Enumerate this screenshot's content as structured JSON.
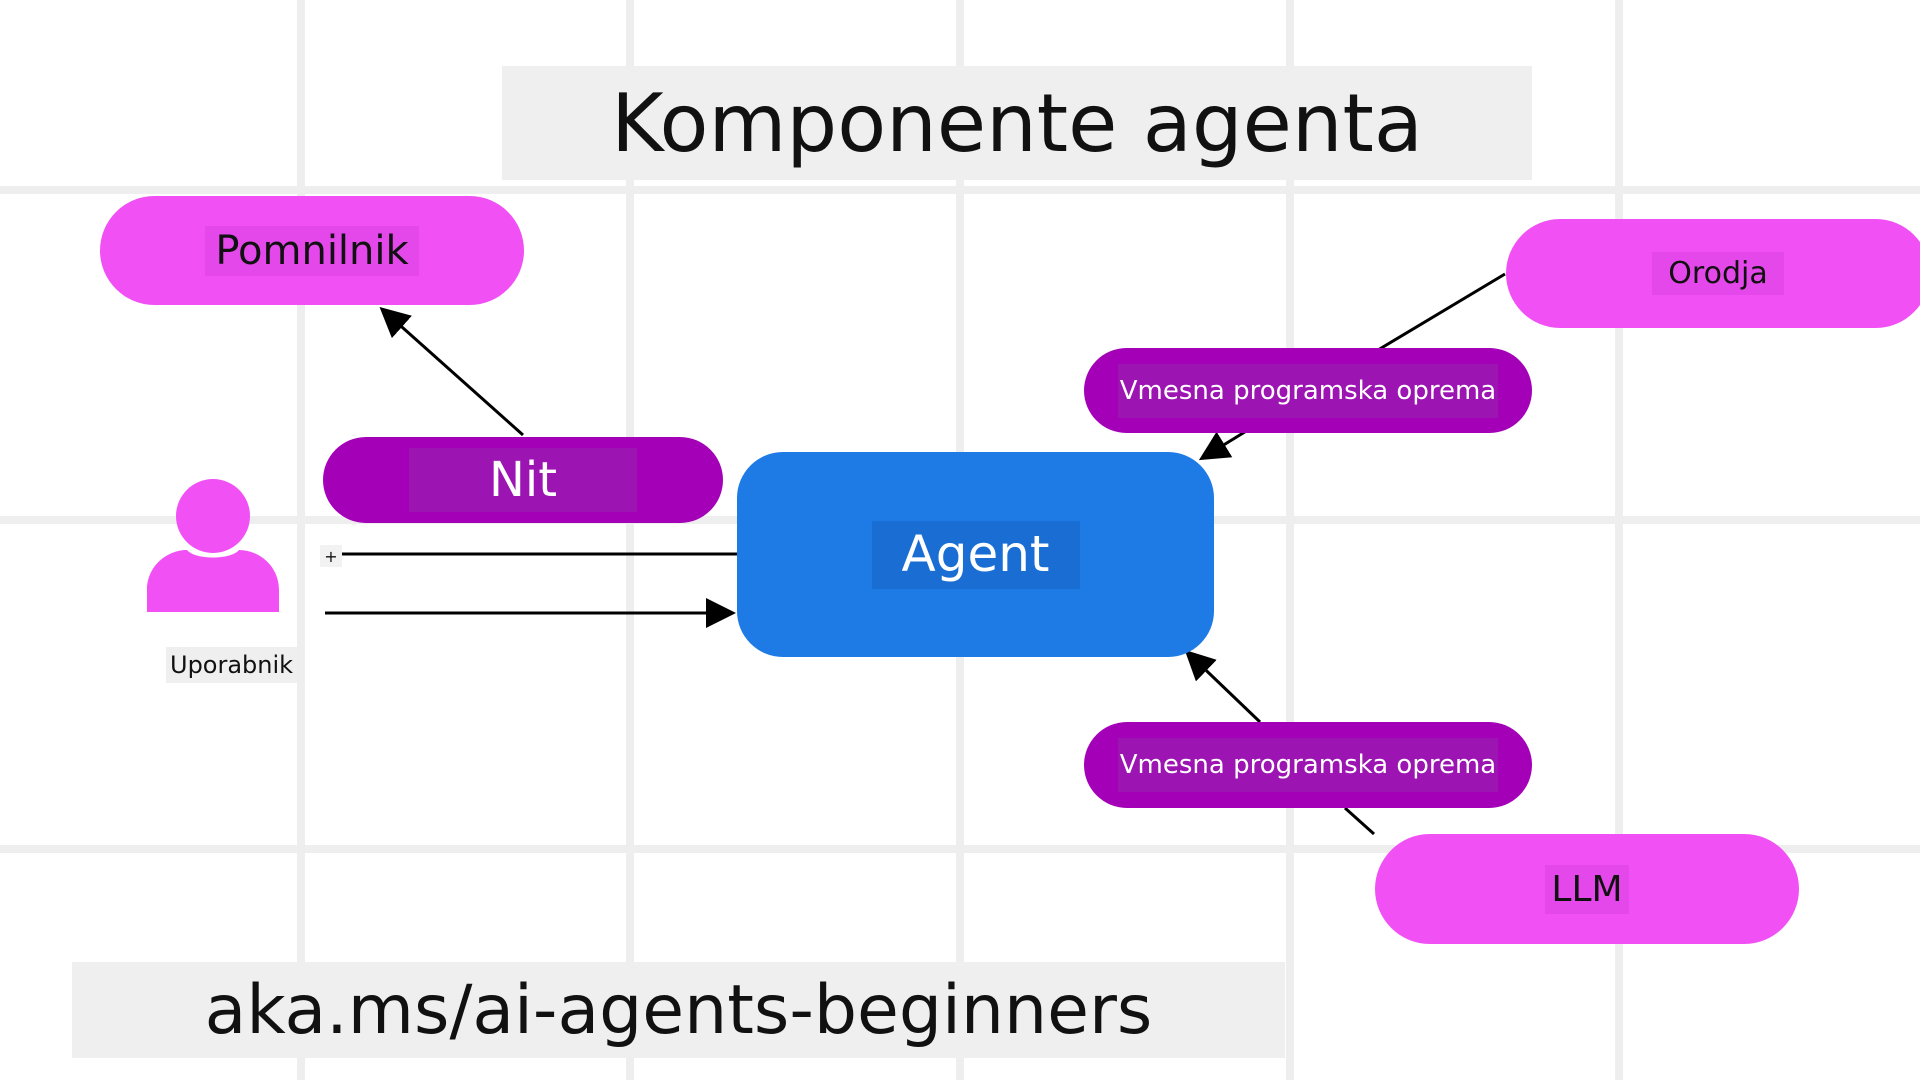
{
  "diagram": {
    "title": "Komponente agenta",
    "footer_link": "aka.ms/ai-agents-beginners",
    "nodes": {
      "memory": "Pomnilnik",
      "thread": "Nit",
      "agent": "Agent",
      "user": "Uporabnik",
      "tools": "Orodja",
      "middleware_top": "Vmesna programska oprema",
      "middleware_bottom": "Vmesna programska oprema",
      "llm": "LLM"
    },
    "plus_symbol": "+"
  },
  "colors": {
    "pink": "#f150f5",
    "purple": "#a400b8",
    "agent_blue": "#1e7be6",
    "grid": "#eeeeee"
  },
  "icons": {
    "user": "person-icon"
  }
}
